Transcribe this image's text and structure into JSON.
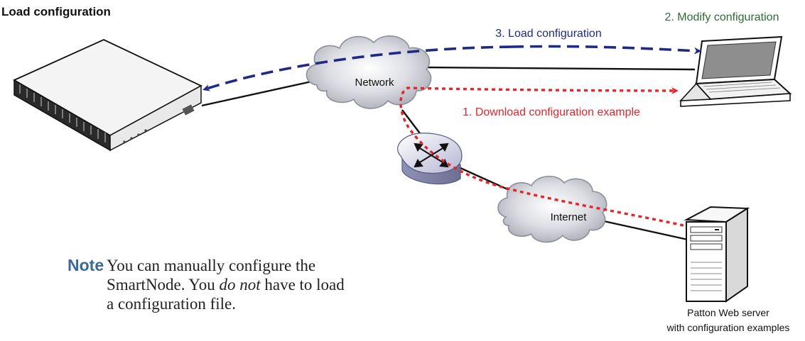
{
  "title": "Load configuration",
  "labels": {
    "step1": "1. Download configuration example",
    "step2": "2. Modify configuration",
    "step3": "3. Load configuration",
    "network": "Network",
    "internet": "Internet",
    "server_line1": "Patton Web server",
    "server_line2": "with configuration examples"
  },
  "note": {
    "heading": "Note",
    "text_before": "You can manually configure the SmartNode. You ",
    "text_emphasis": "do not",
    "text_after": " have to load a configuration file."
  },
  "colors": {
    "step1": "#e3262b",
    "step2": "#2f6b36",
    "step3": "#1f2a86",
    "note_heading": "#3b6a96"
  },
  "icons": [
    "smartnode-device",
    "network-cloud",
    "internet-cloud",
    "router",
    "laptop",
    "web-server"
  ]
}
